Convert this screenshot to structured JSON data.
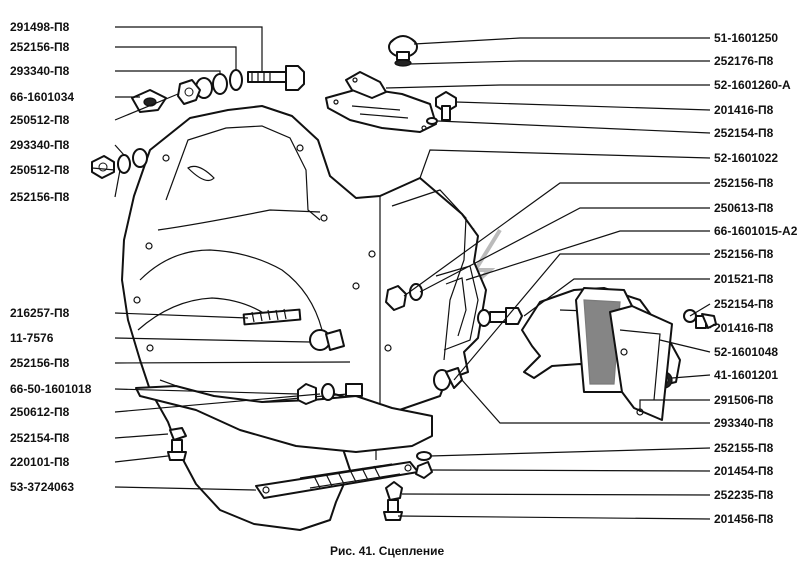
{
  "figure": {
    "caption": "Рис. 41. Сцепление"
  },
  "labels_left": [
    "291498-П8",
    "252156-П8",
    "293340-П8",
    "66-1601034",
    "250512-П8",
    "293340-П8",
    "250512-П8",
    "252156-П8",
    "216257-П8",
    "11-7576",
    "252156-П8",
    "66-50-1601018",
    "250612-П8",
    "252154-П8",
    "220101-П8",
    "53-3724063"
  ],
  "labels_right": [
    "51-1601250",
    "252176-П8",
    "52-1601260-А",
    "201416-П8",
    "252154-П8",
    "52-1601022",
    "252156-П8",
    "250613-П8",
    "66-1601015-А2",
    "252156-П8",
    "201521-П8",
    "252154-П8",
    "201416-П8",
    "52-1601048",
    "41-1601201",
    "291506-П8",
    "293340-П8",
    "252155-П8",
    "201454-П8",
    "252235-П8",
    "201456-П8"
  ]
}
